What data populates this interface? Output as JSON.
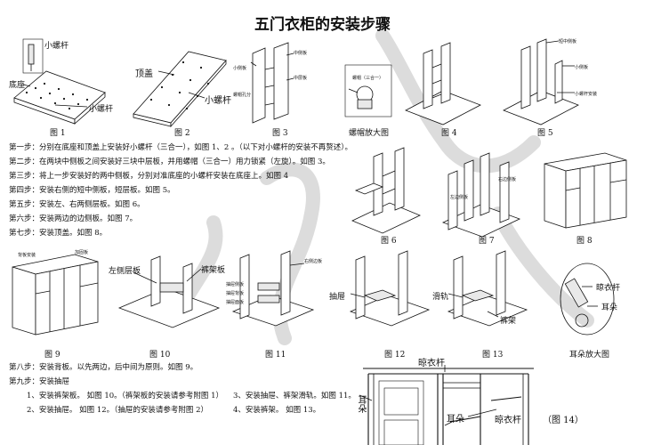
{
  "title": "五门衣柜的安装步骤",
  "figures": {
    "fig1": {
      "caption": "图 1",
      "label_base": "底座",
      "label_screw": "小螺杆",
      "label_inset": "小螺杆"
    },
    "fig2": {
      "caption": "图 2",
      "label_top": "顶盖",
      "label_screw": "小螺杆"
    },
    "fig3": {
      "caption": "图 3",
      "label_mid": "中侧板",
      "label_small": "小侧板",
      "label_mid2": "中层板",
      "label_screw": "螺帽孔分"
    },
    "fig_nut": {
      "caption": "螺帽放大图",
      "label": "螺帽（三合一）"
    },
    "fig4": {
      "caption": "图 4"
    },
    "fig5": {
      "caption": "图 5",
      "label_short": "短中侧板",
      "label_short2": "小侧板",
      "label_screw": "小螺杆安装"
    },
    "fig6": {
      "caption": "图 6"
    },
    "fig7": {
      "caption": "图 7",
      "label_left": "左边侧板",
      "label_right": "右边侧板"
    },
    "fig8": {
      "caption": "图 8"
    },
    "fig9": {
      "caption": "图 9",
      "label_a": "背板安装",
      "label_b": "加固板"
    },
    "fig10": {
      "caption": "图 10",
      "label_left": "左侧层板",
      "label_right": "裤架板"
    },
    "fig11": {
      "caption": "图 11",
      "label_a": "右侧边板",
      "label_b": "抽屉侧板",
      "label_c": "抽屉背板",
      "label_d": "抽屉面板"
    },
    "fig12": {
      "caption": "图 12",
      "label": "抽屉"
    },
    "fig13": {
      "caption": "图 13",
      "label_a": "滑轨",
      "label_b": "裤架"
    },
    "fig_ear": {
      "caption": "耳朵放大图",
      "label_a": "晾衣杆",
      "label_b": "耳朵"
    },
    "fig14": {
      "caption": "（图 14）",
      "label_top": "晾衣杆",
      "label_left": "耳朵",
      "label_mid": "耳朵",
      "label_right": "晾衣杆"
    }
  },
  "steps": [
    "第一步：分别在底座和顶盖上安装好小螺杆（三合一），如图 1、2 。（以下对小螺杆的安装不再赘述）。",
    "第二步：在两块中侧板之间安装好三块中层板，并用螺帽（三合一）用力锁紧（左旋）。如图 3。",
    "第三步：将上一步安装好的两中侧板，分别对准底座的小螺杆安装在底座上。如图 4",
    "第四步：安装右侧的短中侧板，短层板。如图 5。",
    "第五步：安装左、右两侧层板。如图 6。",
    "第六步：安装两边的边侧板。如图 7。",
    "第七步：安装顶盖。如图 8。"
  ],
  "steps2": [
    "第八步：安装背板。以先两边，后中间为原则。如图 9。",
    "第九步：安装抽屉"
  ],
  "substeps": [
    "1、安装裤架板。 如图 10。（裤架板的安装请参考附图 1）",
    "2、安装抽屉。      如图 12。（抽屉的安装请参考附图 2）",
    "3、安装抽屉、裤架滑轨。如图 11。",
    "4、安装裤架。 如图 13。"
  ]
}
